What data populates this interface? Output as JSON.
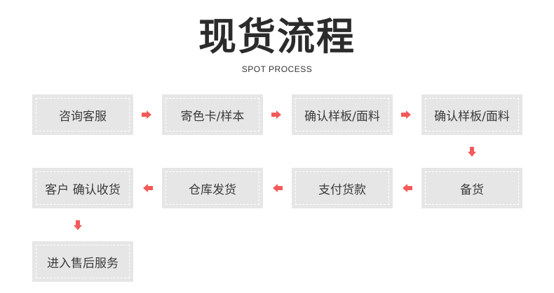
{
  "title": "现货流程",
  "subtitle": "SPOT PROCESS",
  "arrow_color": "#f25a5a",
  "steps": [
    "咨询客服",
    "寄色卡/样本",
    "确认样板/面料",
    "确认样板/面料",
    "备货",
    "支付货款",
    "仓库发货",
    "客户 确认收货",
    "进入售后服务"
  ]
}
